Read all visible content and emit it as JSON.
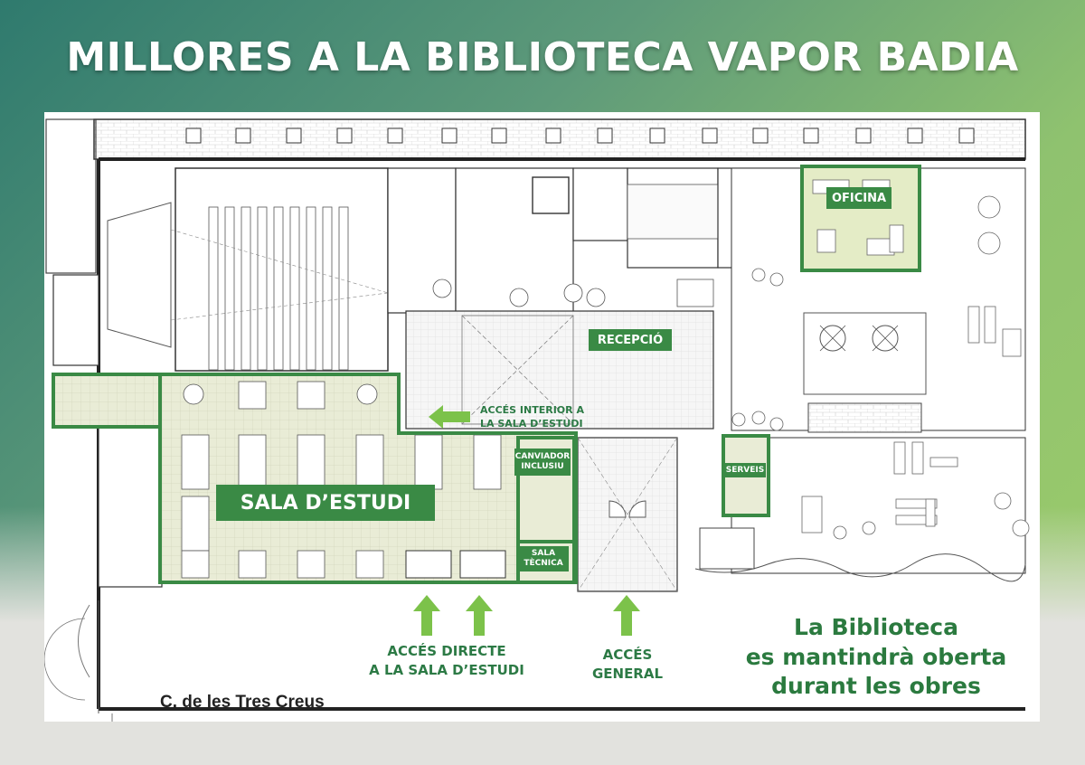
{
  "title": "MILLORES A LA BIBLIOTECA VAPOR BADIA",
  "plan": {
    "rooms": {
      "oficina": "OFICINA",
      "recepcio": "RECEPCIÓ",
      "sala_estudi": "SALA D’ESTUDI",
      "canviador": [
        "CANVIADOR",
        "INCLUSIU"
      ],
      "sala_tecnica": [
        "SALA",
        "TÈCNICA"
      ],
      "serveis": "SERVEIS"
    },
    "access": {
      "interior": [
        "ACCÉS INTERIOR A",
        "LA SALA D’ESTUDI"
      ],
      "directe": [
        "ACCÉS DIRECTE",
        "A LA SALA D’ESTUDI"
      ],
      "general": [
        "ACCÉS",
        "GENERAL"
      ]
    },
    "street": "C. de les Tres Creus",
    "note": [
      "La Biblioteca",
      "es mantindrà oberta",
      "durant les obres"
    ]
  },
  "colors": {
    "highlight_green": "#3a8a45",
    "area_fill": "#e8ecd4",
    "office_fill": "#e4ecc6",
    "arrow_green": "#7cc24a",
    "text_green": "#2c7a45"
  }
}
